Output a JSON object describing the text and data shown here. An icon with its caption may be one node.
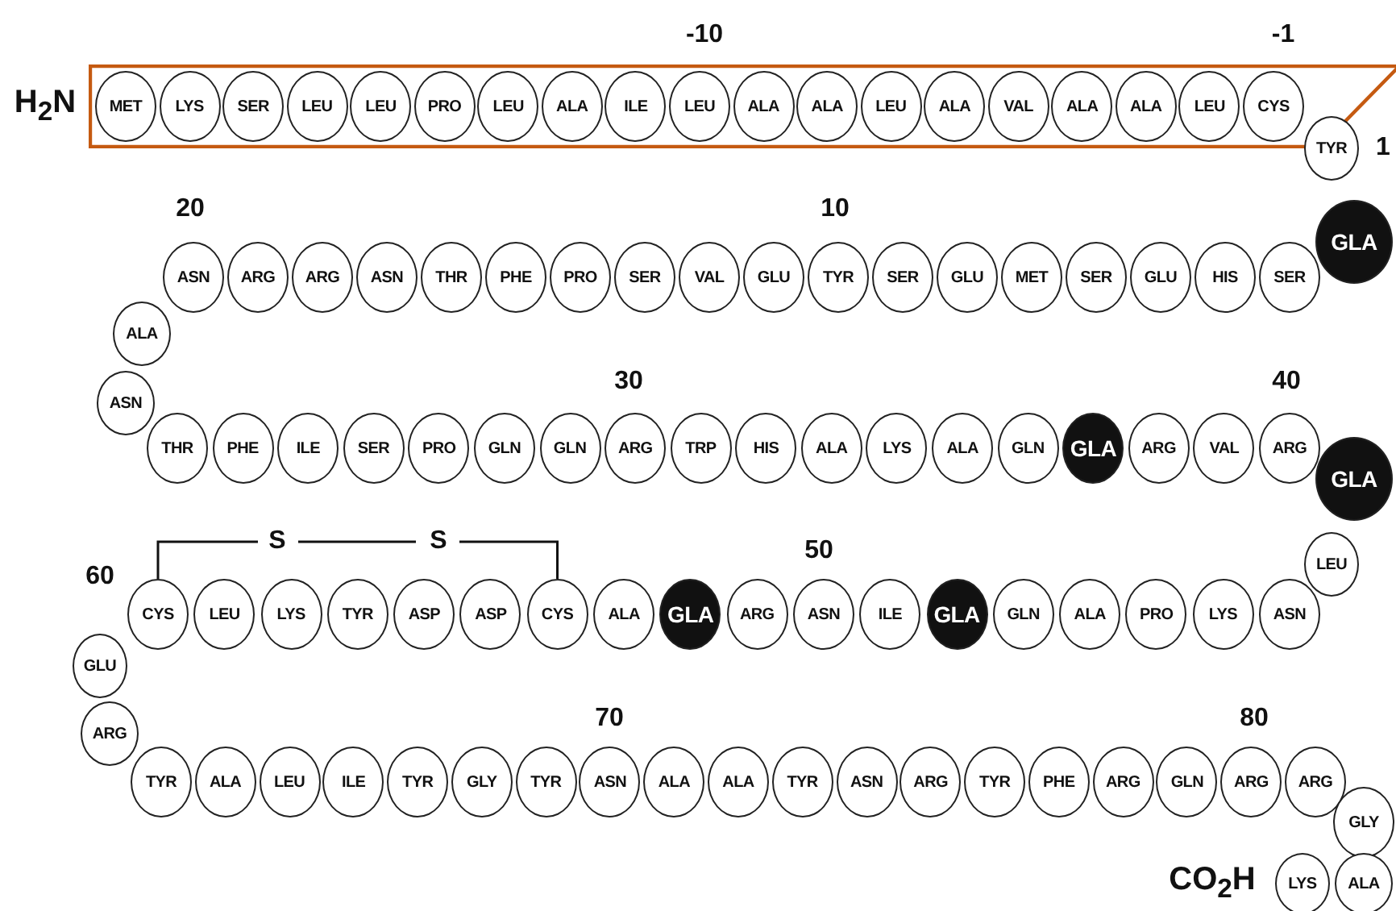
{
  "diagram": {
    "nodes": [
      {
        "text": [],
        "shape": "box"
      },
      {
        "text": [
          "MET"
        ],
        "in": 0
      },
      {
        "text": [
          "LYS"
        ],
        "in": 0
      },
      {
        "text": [
          "SER"
        ],
        "in": 0
      },
      {
        "text": [
          "LEU"
        ],
        "in": 0
      },
      {
        "text": [
          "LEU"
        ],
        "in": 0
      },
      {
        "text": [
          "PRO"
        ],
        "in": 0
      },
      {
        "text": [
          "LEU"
        ],
        "in": 0
      },
      {
        "text": [
          "ALA"
        ],
        "in": 0
      },
      {
        "text": [
          "ILE"
        ],
        "in": 0
      },
      {
        "text": [
          "LEU"
        ],
        "in": 0
      },
      {
        "text": [
          "ALA"
        ],
        "in": 0
      },
      {
        "text": [
          "ALA"
        ],
        "in": 0
      },
      {
        "text": [
          "LEU"
        ],
        "in": 0
      },
      {
        "text": [
          "ALA"
        ],
        "in": 0
      },
      {
        "text": [
          "VAL"
        ],
        "in": 0
      },
      {
        "text": [
          "ALA"
        ],
        "in": 0
      },
      {
        "text": [
          "ALA"
        ],
        "in": 0
      },
      {
        "text": [
          "LEU"
        ],
        "in": 0
      },
      {
        "text": [
          "CYS"
        ],
        "in": 0
      },
      {
        "text": [
          "TYR"
        ]
      },
      {
        "text": [
          "GLA"
        ]
      },
      {
        "text": [
          "ASN"
        ]
      },
      {
        "text": [
          "ARG"
        ]
      },
      {
        "text": [
          "ARG"
        ]
      },
      {
        "text": [
          "ASN"
        ]
      },
      {
        "text": [
          "THR"
        ]
      },
      {
        "text": [
          "PHE"
        ]
      },
      {
        "text": [
          "PRO"
        ]
      },
      {
        "text": [
          "SER"
        ]
      },
      {
        "text": [
          "VAL"
        ]
      },
      {
        "text": [
          "GLU"
        ]
      },
      {
        "text": [
          "TYR"
        ]
      },
      {
        "text": [
          "SER"
        ]
      },
      {
        "text": [
          "GLU"
        ]
      },
      {
        "text": [
          "MET"
        ]
      },
      {
        "text": [
          "SER"
        ]
      },
      {
        "text": [
          "GLU"
        ]
      },
      {
        "text": [
          "HIS"
        ]
      },
      {
        "text": [
          "SER"
        ]
      },
      {
        "text": [
          "ALA"
        ]
      },
      {
        "text": [
          "ASN"
        ]
      },
      {
        "text": [
          "THR"
        ]
      },
      {
        "text": [
          "PHE"
        ]
      },
      {
        "text": [
          "ILE"
        ]
      },
      {
        "text": [
          "SER"
        ]
      },
      {
        "text": [
          "PRO"
        ]
      },
      {
        "text": [
          "GLN"
        ]
      },
      {
        "text": [
          "GLN"
        ]
      },
      {
        "text": [
          "ARG"
        ]
      },
      {
        "text": [
          "TRP"
        ]
      },
      {
        "text": [
          "HIS"
        ]
      },
      {
        "text": [
          "ALA"
        ]
      },
      {
        "text": [
          "LYS"
        ]
      },
      {
        "text": [
          "ALA"
        ]
      },
      {
        "text": [
          "GLN"
        ]
      },
      {
        "text": [
          "GLA"
        ]
      },
      {
        "text": [
          "ARG"
        ]
      },
      {
        "text": [
          "VAL"
        ]
      },
      {
        "text": [
          "ARG"
        ]
      },
      {
        "text": [
          "GLA"
        ]
      },
      {
        "text": [
          "LEU"
        ]
      },
      {
        "text": [
          "CYS"
        ]
      },
      {
        "text": [
          "LEU"
        ]
      },
      {
        "text": [
          "LYS"
        ]
      },
      {
        "text": [
          "TYR"
        ]
      },
      {
        "text": [
          "ASP"
        ]
      },
      {
        "text": [
          "ASP"
        ]
      },
      {
        "text": [
          "CYS"
        ]
      },
      {
        "text": [
          "ALA"
        ]
      },
      {
        "text": [
          "GLA"
        ]
      },
      {
        "text": [
          "ARG"
        ]
      },
      {
        "text": [
          "ASN"
        ]
      },
      {
        "text": [
          "ILE"
        ]
      },
      {
        "text": [
          "GLA"
        ]
      },
      {
        "text": [
          "GLN"
        ]
      },
      {
        "text": [
          "ALA"
        ]
      },
      {
        "text": [
          "PRO"
        ]
      },
      {
        "text": [
          "LYS"
        ]
      },
      {
        "text": [
          "ASN"
        ]
      },
      {
        "text": [
          "GLU"
        ]
      },
      {
        "text": [
          "ARG"
        ]
      },
      {
        "text": [
          "TYR"
        ]
      },
      {
        "text": [
          "ALA"
        ]
      },
      {
        "text": [
          "LEU"
        ]
      },
      {
        "text": [
          "ILE"
        ]
      },
      {
        "text": [
          "TYR"
        ]
      },
      {
        "text": [
          "GLY"
        ]
      },
      {
        "text": [
          "TYR"
        ]
      },
      {
        "text": [
          "ASN"
        ]
      },
      {
        "text": [
          "ALA"
        ]
      },
      {
        "text": [
          "ALA"
        ]
      },
      {
        "text": [
          "TYR"
        ]
      },
      {
        "text": [
          "ASN"
        ]
      },
      {
        "text": [
          "ARG"
        ]
      },
      {
        "text": [
          "TYR"
        ]
      },
      {
        "text": [
          "PHE"
        ]
      },
      {
        "text": [
          "ARG"
        ]
      },
      {
        "text": [
          "GLN"
        ]
      },
      {
        "text": [
          "ARG"
        ]
      },
      {
        "text": [
          "ARG"
        ]
      },
      {
        "text": [
          "GLY"
        ]
      },
      {
        "text": [
          "LYS"
        ]
      },
      {
        "text": [
          "ALA"
        ]
      }
    ],
    "labels": [
      "-10",
      "-1",
      "H$_{2}$N",
      "1",
      "20",
      "10",
      "30",
      "40",
      "S",
      "S",
      "50",
      "60",
      "70",
      "80",
      "CO$_{2}$H"
    ]
  }
}
